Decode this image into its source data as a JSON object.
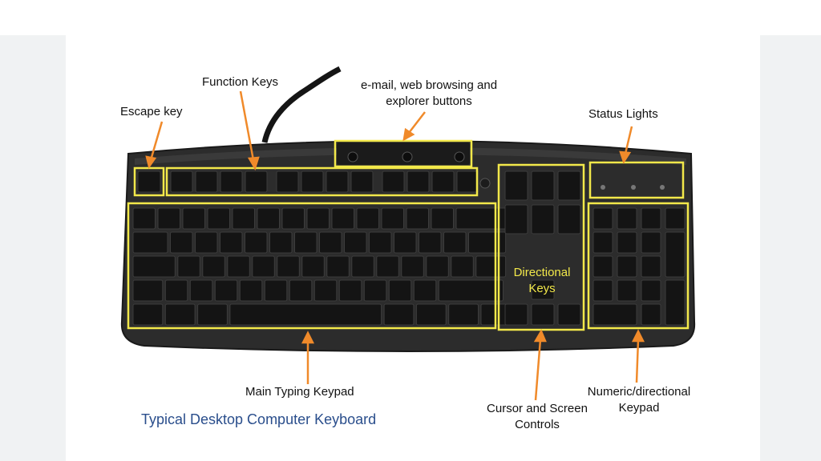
{
  "labels": {
    "escape_key": "Escape key",
    "function_keys": "Function Keys",
    "email_line1": "e-mail, web browsing and",
    "email_line2": "explorer buttons",
    "status_lights": "Status Lights",
    "directional_line1": "Directional",
    "directional_line2": "Keys",
    "main_typing_keypad": "Main Typing Keypad",
    "cursor_line1": "Cursor and Screen",
    "cursor_line2": "Controls",
    "numeric_line1": "Numeric/directional",
    "numeric_line2": "Keypad"
  },
  "caption": "Typical Desktop Computer Keyboard",
  "colors": {
    "highlight": "#f2e84a",
    "arrow": "#f08a2a",
    "keyboard_body": "#2c2c2c",
    "key": "#141414",
    "caption": "#2a4e8c"
  }
}
